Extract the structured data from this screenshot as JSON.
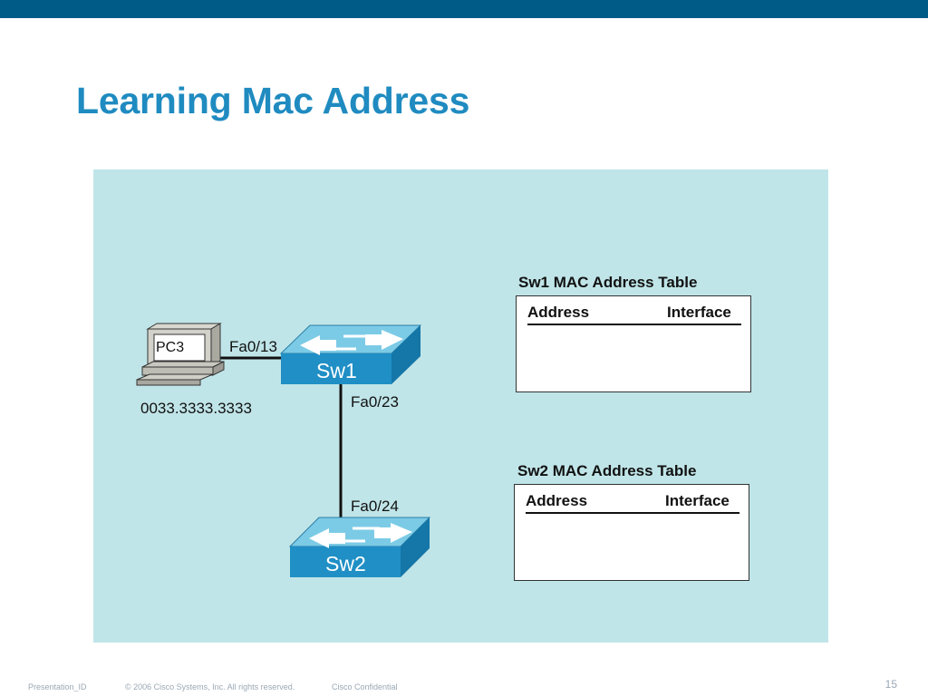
{
  "slide": {
    "title": "Learning Mac Address",
    "page_number": "15"
  },
  "diagram": {
    "pc": {
      "name": "PC3",
      "mac": "0033.3333.3333"
    },
    "sw1": {
      "name": "Sw1"
    },
    "sw2": {
      "name": "Sw2"
    },
    "ports": {
      "sw1_to_pc": "Fa0/13",
      "sw1_to_sw2": "Fa0/23",
      "sw2_to_sw1": "Fa0/24"
    },
    "tables": [
      {
        "title": "Sw1 MAC Address Table",
        "col_address": "Address",
        "col_interface": "Interface"
      },
      {
        "title": "Sw2 MAC Address Table",
        "col_address": "Address",
        "col_interface": "Interface"
      }
    ]
  },
  "footer": {
    "presentation_id": "Presentation_ID",
    "copyright": "© 2006 Cisco Systems, Inc. All rights reserved.",
    "confidential": "Cisco Confidential"
  },
  "colors": {
    "top_bar": "#005c87",
    "title": "#1f8bc0",
    "panel_bg": "#c0e5e8",
    "switch_front": "#1f8fc5",
    "switch_top": "#7ccbe6",
    "footer_text": "#9aa8b4"
  },
  "icons": [
    "pc-icon",
    "switch-icon"
  ]
}
